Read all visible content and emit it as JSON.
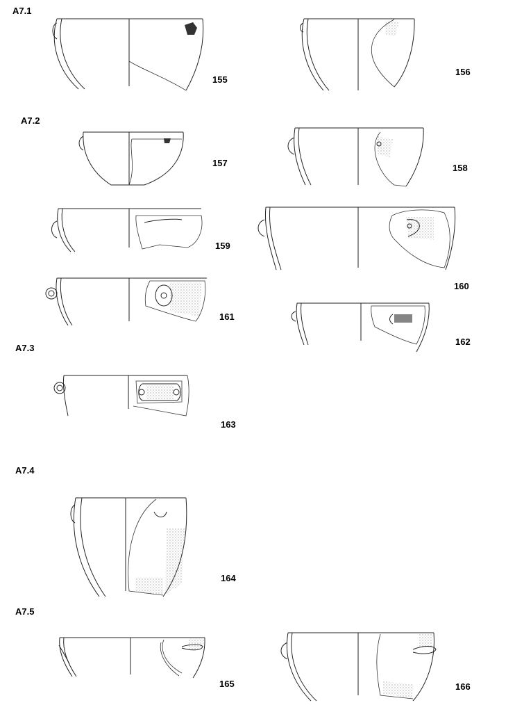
{
  "groups": [
    {
      "label": "A7.1"
    },
    {
      "label": "A7.2"
    },
    {
      "label": "A7.3"
    },
    {
      "label": "A7.4"
    },
    {
      "label": "A7.5"
    }
  ],
  "vessels": [
    {
      "number": "155"
    },
    {
      "number": "156"
    },
    {
      "number": "157"
    },
    {
      "number": "158"
    },
    {
      "number": "159"
    },
    {
      "number": "160"
    },
    {
      "number": "161"
    },
    {
      "number": "162"
    },
    {
      "number": "163"
    },
    {
      "number": "164"
    },
    {
      "number": "165"
    },
    {
      "number": "166"
    }
  ]
}
